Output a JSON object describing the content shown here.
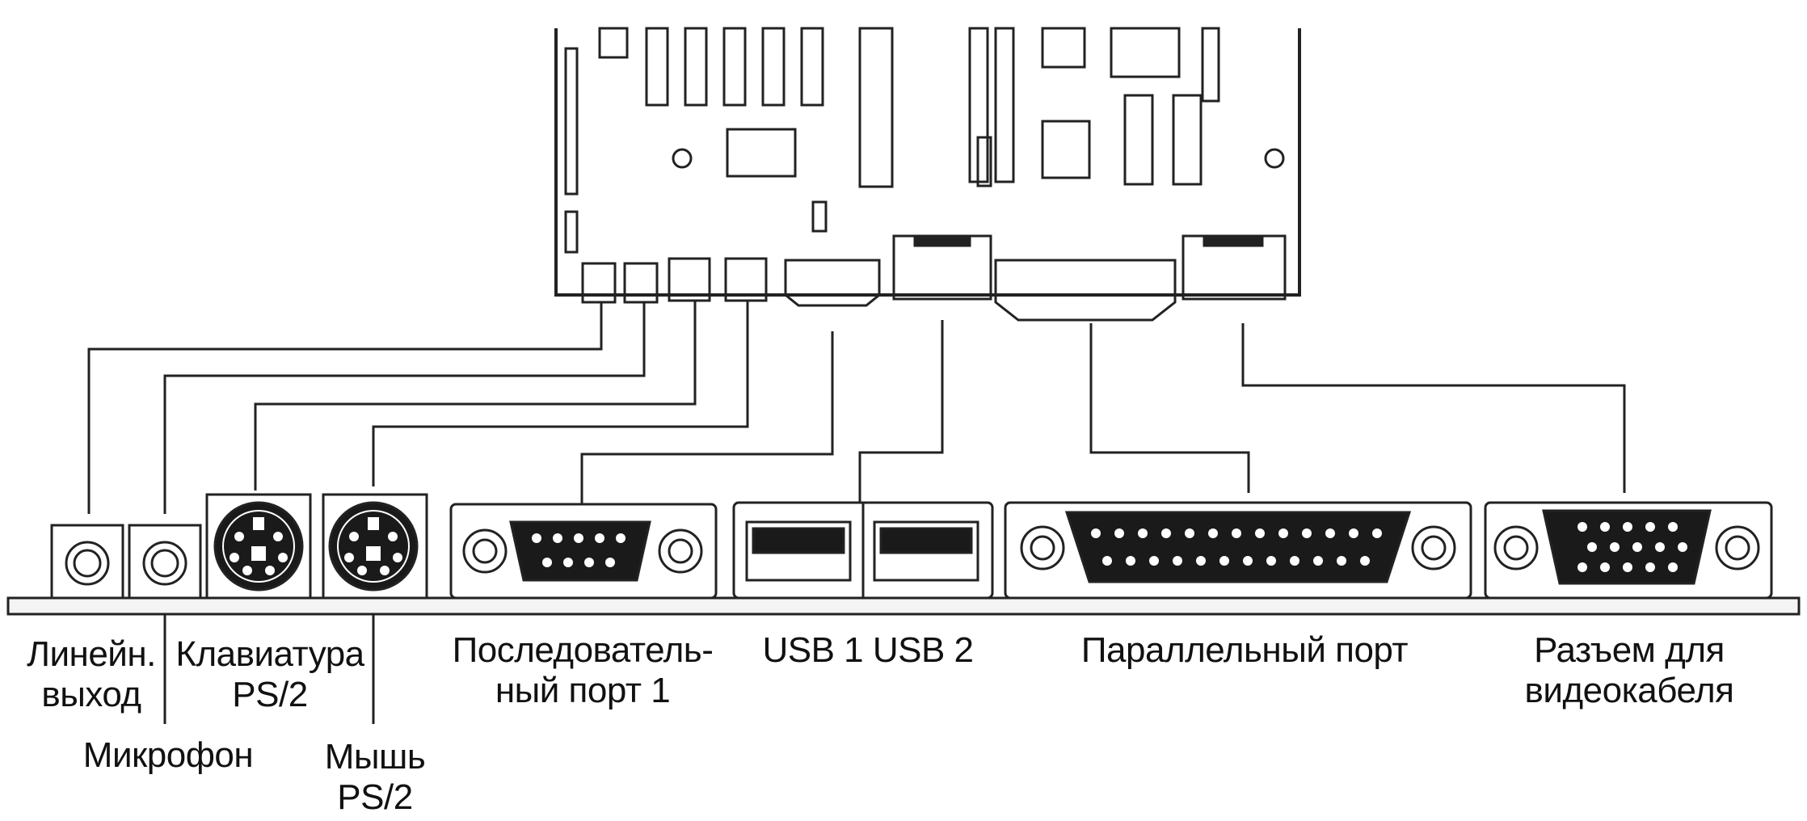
{
  "labels": {
    "line_out": [
      "Линейн.",
      "выход"
    ],
    "microphone": [
      "Микрофон"
    ],
    "keyboard": [
      "Клавиатура",
      "PS/2"
    ],
    "mouse": [
      "Мышь",
      "PS/2"
    ],
    "serial": [
      "Последователь-",
      "ный порт 1"
    ],
    "usb": [
      "USB 1 USB 2"
    ],
    "parallel": [
      "Параллельный порт"
    ],
    "video": [
      "Разъем для",
      "видеокабеля"
    ]
  }
}
